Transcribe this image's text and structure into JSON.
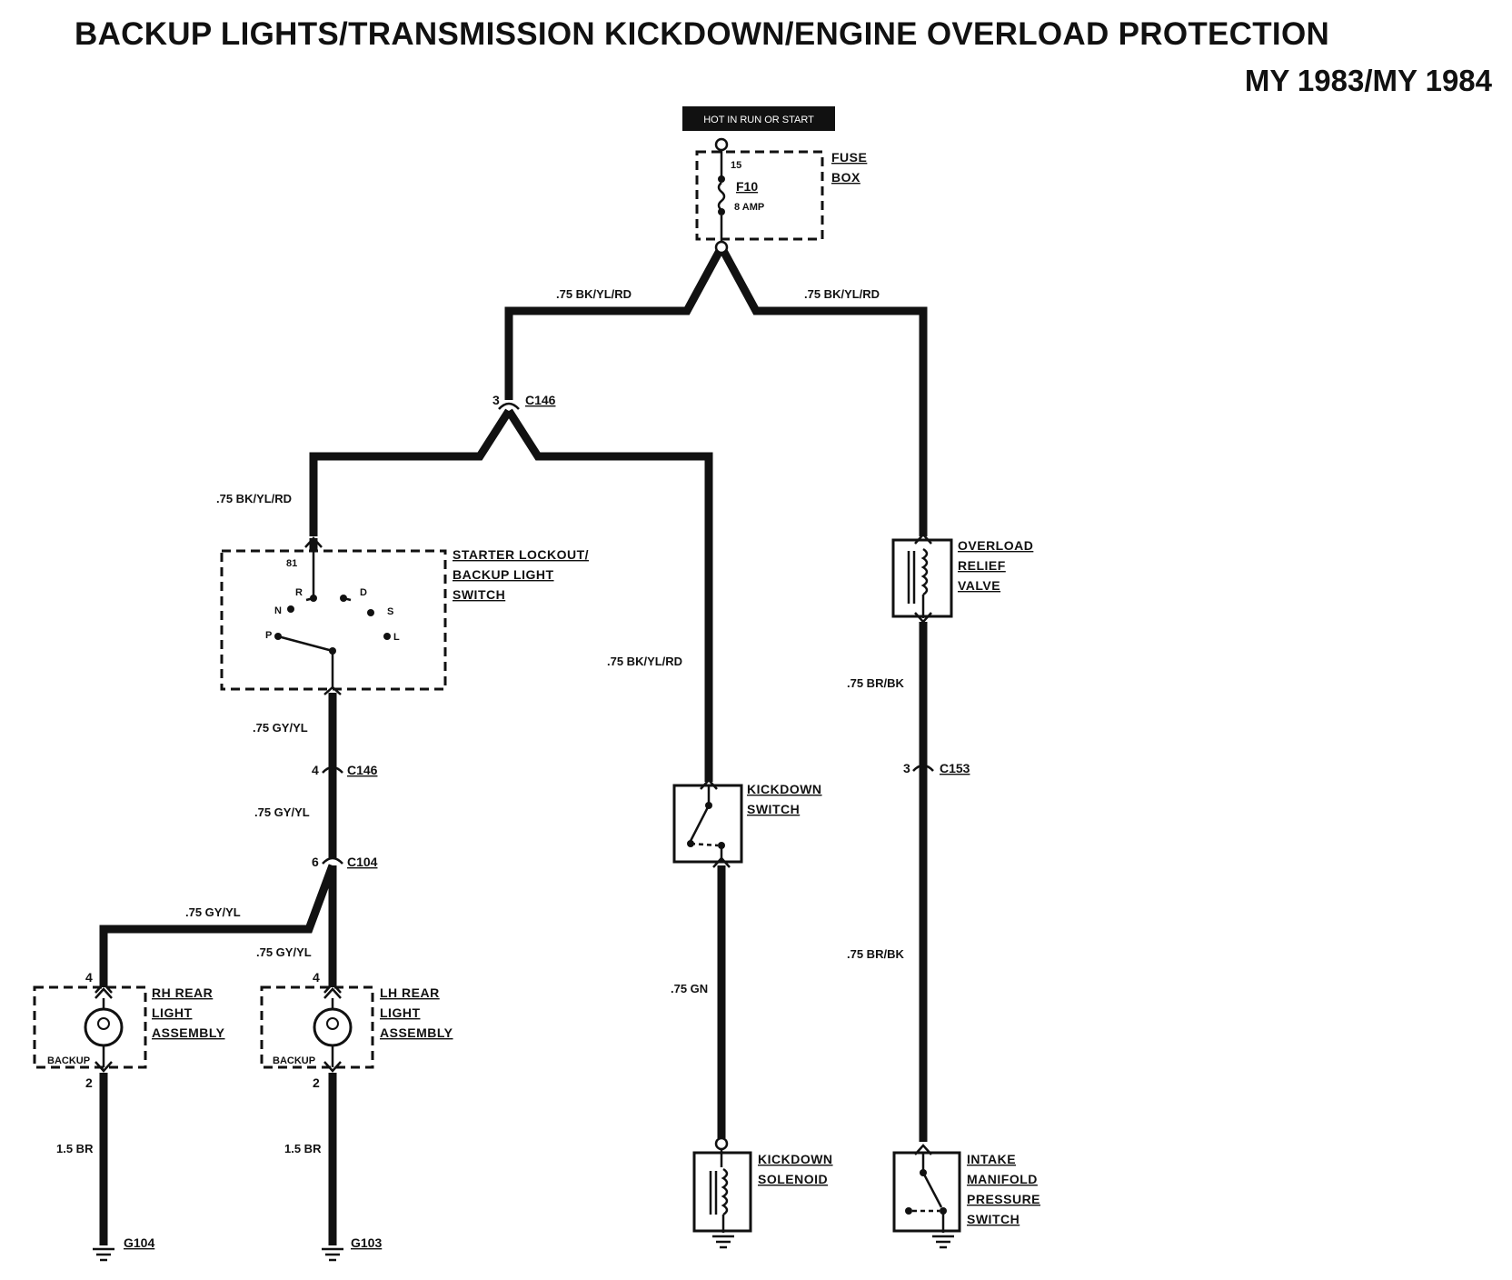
{
  "title": "BACKUP LIGHTS/TRANSMISSION KICKDOWN/ENGINE OVERLOAD PROTECTION",
  "subtitle": "MY 1983/MY 1984",
  "power": {
    "label": "HOT IN RUN OR START"
  },
  "fuse_box": {
    "name_line1": "FUSE",
    "name_line2": "BOX",
    "terminal": "15",
    "fuse": "F10",
    "rating": "8 AMP"
  },
  "wires": {
    "top_left": ".75 BK/YL/RD",
    "top_right": ".75 BK/YL/RD",
    "to_switch": ".75 BK/YL/RD",
    "to_kickdown": ".75 BK/YL/RD",
    "switch_out": ".75 GY/YL",
    "c146_out": ".75 GY/YL",
    "rh_branch": ".75 GY/YL",
    "lh_branch": ".75 GY/YL",
    "kickdown_out": ".75 GN",
    "valve_out": ".75 BR/BK",
    "c153_out": ".75 BR/BK",
    "rh_ground": "1.5 BR",
    "lh_ground": "1.5 BR"
  },
  "connectors": {
    "c146_top": {
      "pin": "3",
      "name": "C146"
    },
    "c146_mid": {
      "pin": "4",
      "name": "C146"
    },
    "c104": {
      "pin": "6",
      "name": "C104"
    },
    "c153": {
      "pin": "3",
      "name": "C153"
    }
  },
  "starter_switch": {
    "line1": "STARTER LOCKOUT/",
    "line2": "BACKUP LIGHT",
    "line3": "SWITCH",
    "pin": "81",
    "positions": {
      "r": "R",
      "d": "D",
      "n": "N",
      "s": "S",
      "p": "P",
      "l": "L"
    }
  },
  "kickdown_switch": {
    "line1": "KICKDOWN",
    "line2": "SWITCH"
  },
  "kickdown_solenoid": {
    "line1": "KICKDOWN",
    "line2": "SOLENOID"
  },
  "overload_valve": {
    "line1": "OVERLOAD",
    "line2": "RELIEF",
    "line3": "VALVE"
  },
  "intake_switch": {
    "line1": "INTAKE",
    "line2": "MANIFOLD",
    "line3": "PRESSURE",
    "line4": "SWITCH"
  },
  "rh_light": {
    "line1": "RH REAR",
    "line2": "LIGHT",
    "line3": "ASSEMBLY",
    "lamp": "BACKUP",
    "pin_in": "4",
    "pin_out": "2"
  },
  "lh_light": {
    "line1": "LH REAR",
    "line2": "LIGHT",
    "line3": "ASSEMBLY",
    "lamp": "BACKUP",
    "pin_in": "4",
    "pin_out": "2"
  },
  "grounds": {
    "g104": "G104",
    "g103": "G103"
  }
}
